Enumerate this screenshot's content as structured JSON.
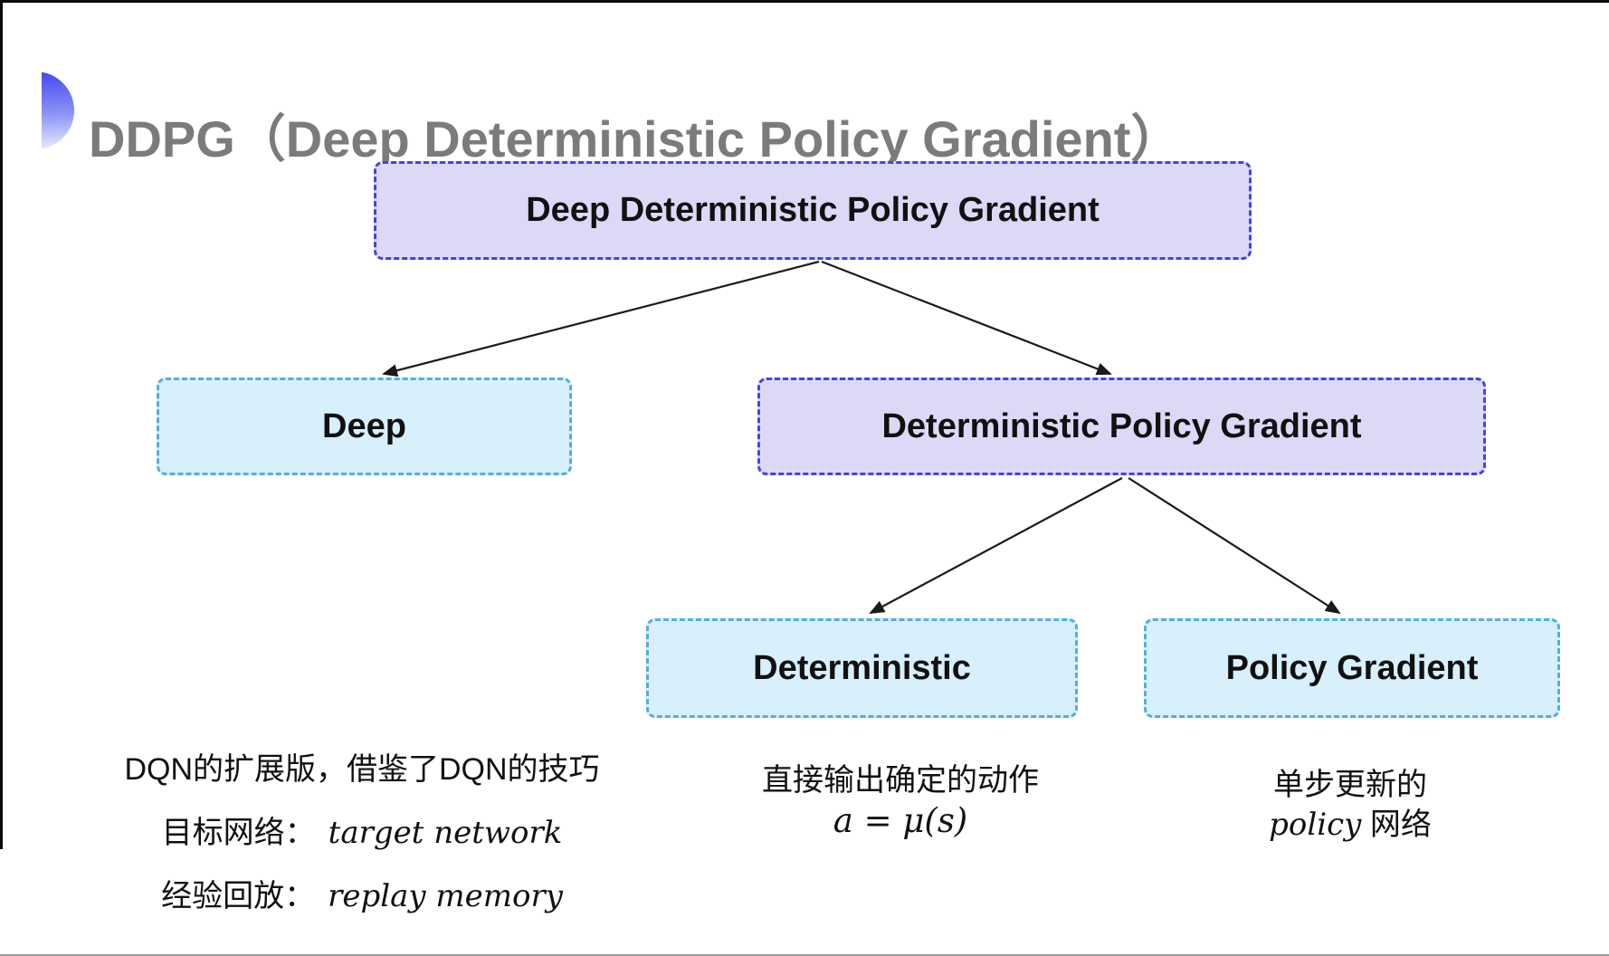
{
  "header": {
    "title": "DDPG（Deep Deterministic Policy Gradient）"
  },
  "tree": {
    "root": {
      "label": "Deep Deterministic Policy Gradient"
    },
    "deep": {
      "label": "Deep"
    },
    "dpg": {
      "label": "Deterministic Policy Gradient"
    },
    "deterministic": {
      "label": "Deterministic"
    },
    "policy_gradient": {
      "label": "Policy Gradient"
    }
  },
  "notes": {
    "deep": {
      "line1": "DQN的扩展版，借鉴了DQN的技巧",
      "line2_label": "目标网络：",
      "line2_value": "target network",
      "line3_label": "经验回放：",
      "line3_value": "replay memory"
    },
    "deterministic": {
      "line1": "直接输出确定的动作",
      "formula": "a = μ(s)"
    },
    "policy_gradient": {
      "line1": "单步更新的",
      "line2_italic": "policy",
      "line2_rest": " 网络"
    }
  },
  "colors": {
    "purple_fill": "#DCD9F7",
    "purple_border": "#4444E0",
    "cyan_fill": "#D8EFFC",
    "cyan_border": "#55AEDD",
    "title_gray": "#7B7B7B",
    "accent_blue": "#4345EE",
    "arrow_black": "#1A1A1A"
  }
}
